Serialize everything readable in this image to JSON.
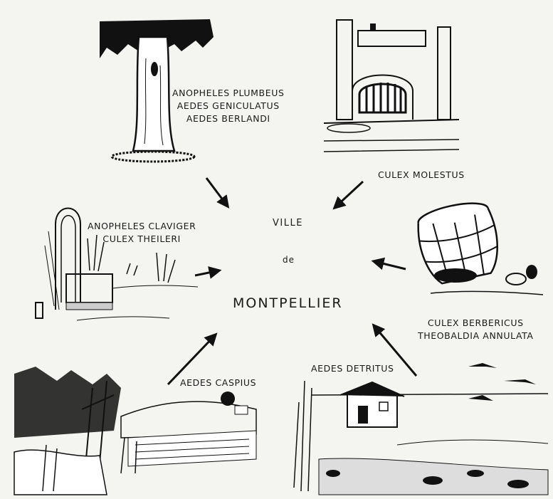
{
  "center": {
    "ville": "VILLE",
    "de": "de",
    "city": "MONTPELLIER"
  },
  "habitats": [
    {
      "id": "tree-hole",
      "species": [
        "ANOPHELES PLUMBEUS",
        "AEDES GENICULATUS",
        "AEDES BERLANDI"
      ]
    },
    {
      "id": "cellar",
      "species": [
        "CULEX MOLESTUS"
      ]
    },
    {
      "id": "fountain",
      "species": [
        "ANOPHELES CLAVIGER",
        "CULEX THEILERI"
      ]
    },
    {
      "id": "barrel",
      "species": [
        "CULEX BERBERICUS",
        "THEOBALDIA ANNULATA"
      ]
    },
    {
      "id": "rice-field",
      "species": [
        "AEDES CASPIUS"
      ]
    },
    {
      "id": "salt-marsh",
      "species": [
        "AEDES DETRITUS"
      ]
    }
  ]
}
